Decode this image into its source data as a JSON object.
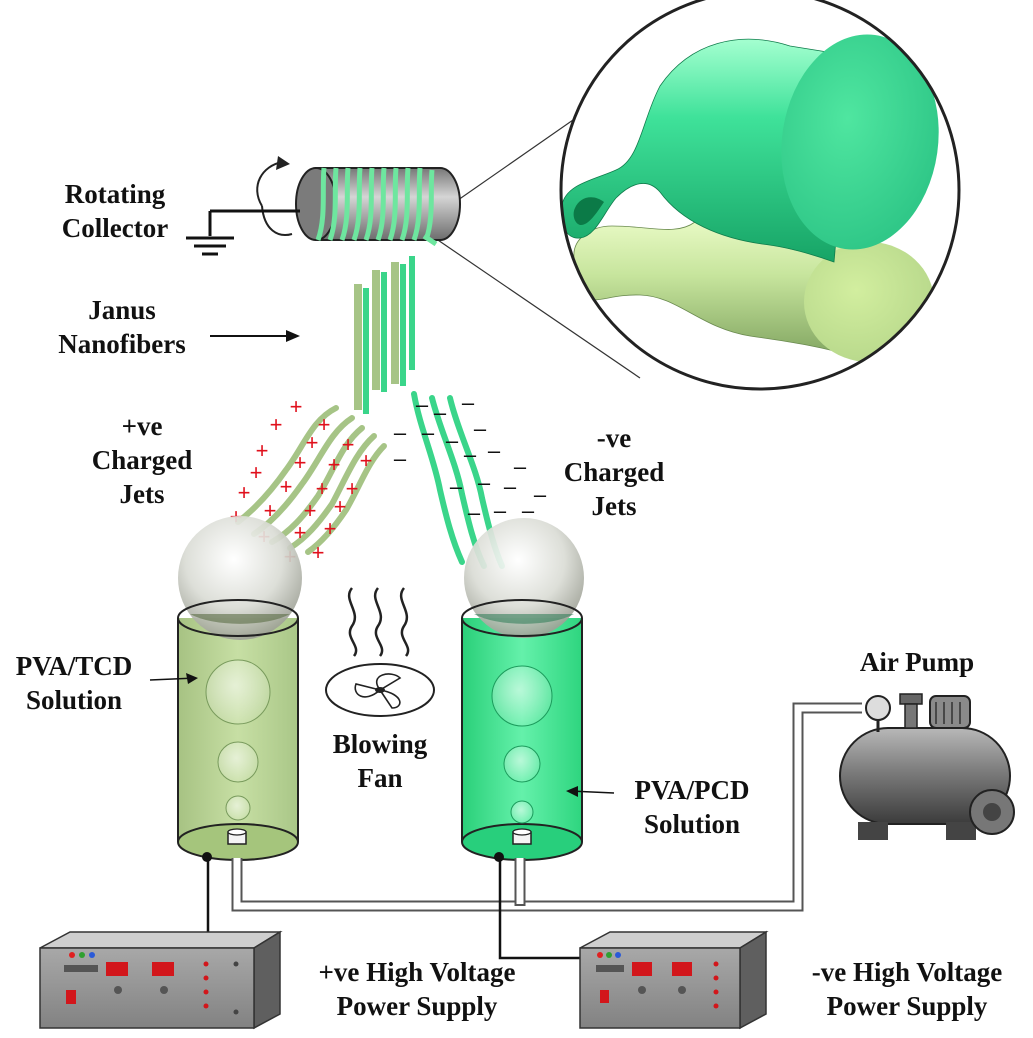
{
  "labels": {
    "rotating_collector": [
      "Rotating",
      "Collector"
    ],
    "janus_nanofibers": [
      "Janus",
      "Nanofibers"
    ],
    "pos_jets": [
      "+ve",
      "Charged",
      "Jets"
    ],
    "neg_jets": [
      "-ve",
      "Charged",
      "Jets"
    ],
    "pva_tcd": [
      "PVA/TCD",
      "Solution"
    ],
    "pva_pcd": [
      "PVA/PCD",
      "Solution"
    ],
    "blowing_fan": [
      "Blowing",
      "Fan"
    ],
    "air_pump": "Air Pump",
    "pos_supply": [
      "+ve High Voltage",
      "Power Supply"
    ],
    "neg_supply": [
      "-ve High Voltage",
      "Power Supply"
    ]
  },
  "charges": {
    "positive": "+",
    "negative": "–"
  },
  "colors": {
    "light_green": "#a6c486",
    "bright_green": "#3ad58a",
    "tcd_liquid": "#b5d38f",
    "pcd_liquid": "#36de8a",
    "plus_sign": "#e0101c",
    "panel_gray": "#8f8f8f",
    "display_red": "#d2161b"
  }
}
